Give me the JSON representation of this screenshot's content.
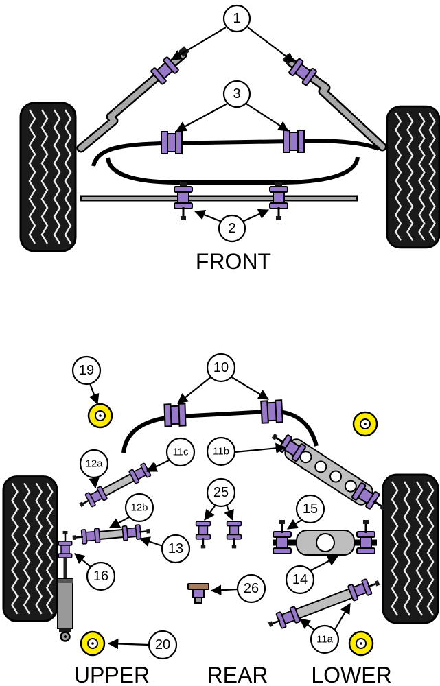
{
  "colors": {
    "purple": "#9878C8",
    "yellow": "#FFED00",
    "armgray": "#BEBEBE",
    "rodgray": "#A8A8A8",
    "tread": "#EDEDED"
  },
  "front": {
    "label": "FRONT",
    "callouts": {
      "c1": "1",
      "c2": "2",
      "c3": "3"
    }
  },
  "rear": {
    "label_upper": "UPPER",
    "label_rear": "REAR",
    "label_lower": "LOWER",
    "callouts": {
      "c10": "10",
      "c11a": "11a",
      "c11b": "11b",
      "c11c": "11c",
      "c12a": "12a",
      "c12b": "12b",
      "c13": "13",
      "c14": "14",
      "c15": "15",
      "c16": "16",
      "c19": "19",
      "c20": "20",
      "c25": "25",
      "c26": "26"
    }
  }
}
